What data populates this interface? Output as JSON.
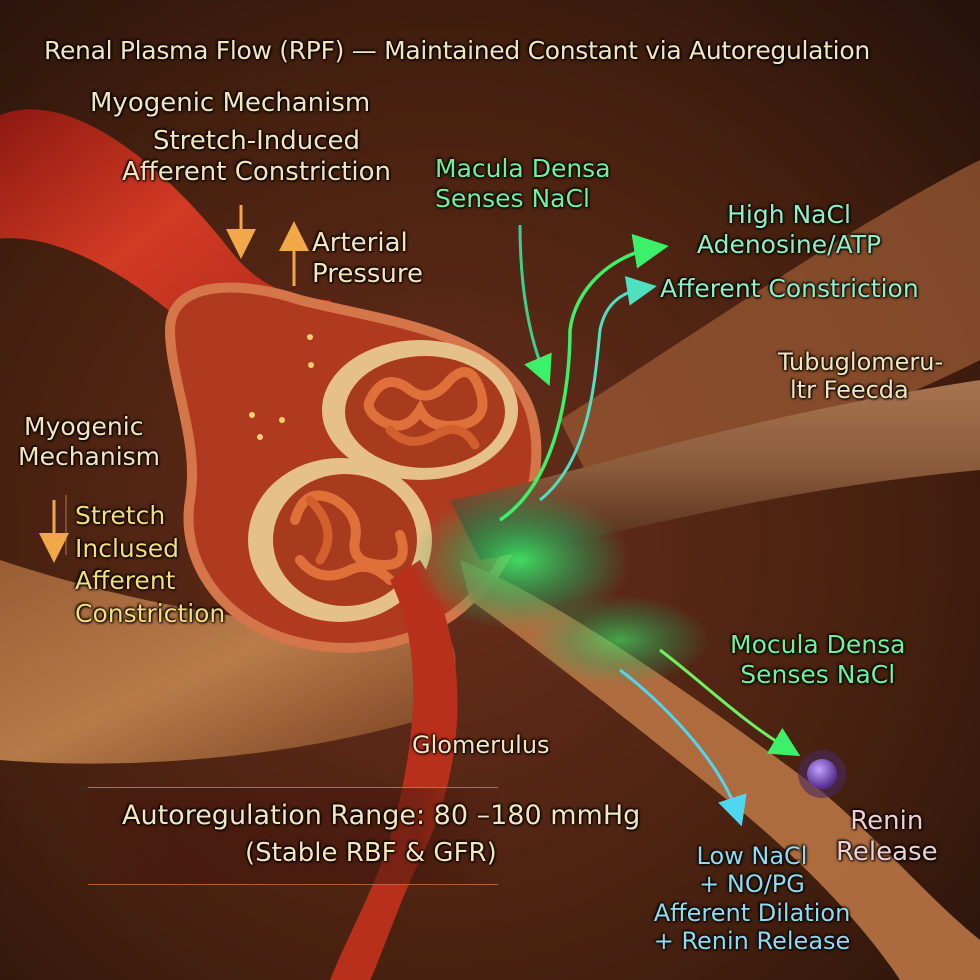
{
  "title": "Renal Plasma Flow (RPF) — Maintained Constant via Autoregulation",
  "colors": {
    "background": "#2a1410",
    "vessel_red": "#b8281a",
    "tissue_tan": "#c98a52",
    "macula_green": "#3cf06a",
    "low_nacl_cyan": "#4fd6f0",
    "pressure_arrow": "#f0a848",
    "renin_granule": "#8a5ad0"
  },
  "labels": {
    "myogenic_top": {
      "title": "Myogenic Mechanism",
      "line1": "Stretch-Induced",
      "line2": "Afferent Constriction",
      "arrow_down_icon": "down-arrow",
      "arrow_up_icon": "up-arrow"
    },
    "arterial_pressure": {
      "line1": "Arterial",
      "line2": "Pressure"
    },
    "macula_densa_top": {
      "line1": "Macula Densa",
      "line2": "Senses NaCl"
    },
    "high_nacl": {
      "line1": "High NaCl",
      "line2": "Adenosine/ATP",
      "line3": "Afferent Constriction"
    },
    "tgf": {
      "line1": "Tubuglomeru-",
      "line2": "ltr Feecda"
    },
    "myogenic_left": {
      "line1": "Myogenic",
      "line2": "Mechanism",
      "sub1": "Stretch",
      "sub2": "Inclused",
      "sub3": "Afferent",
      "sub4": "Constriction"
    },
    "macula_densa_bottom": {
      "line1": "Mocula Densa",
      "line2": "Senses NaCl"
    },
    "glomerulus": "Glomerulus",
    "autoregulation": {
      "line1": "Autoregulation Range: 80 –180 mmHg",
      "line2": "(Stable RBF & GFR)"
    },
    "renin": {
      "line1": "Renin",
      "line2": "Release"
    },
    "low_nacl": {
      "line1": "Low NaCl",
      "line2": "+ NO/PG",
      "line3": "Afferent Dilation",
      "line4": "+ Renin Release"
    }
  }
}
